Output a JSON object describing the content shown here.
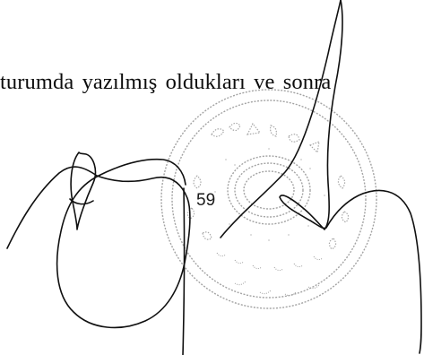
{
  "document": {
    "text_line": "turumda yazılmış oldukları ve sonra",
    "page_number": "59"
  },
  "colors": {
    "ink": "#0c0c0c",
    "seal_ink": "#9a9a9a",
    "background": "#ffffff"
  },
  "icons": {
    "seal": "official-stamp",
    "signature": "handwritten-signature"
  }
}
